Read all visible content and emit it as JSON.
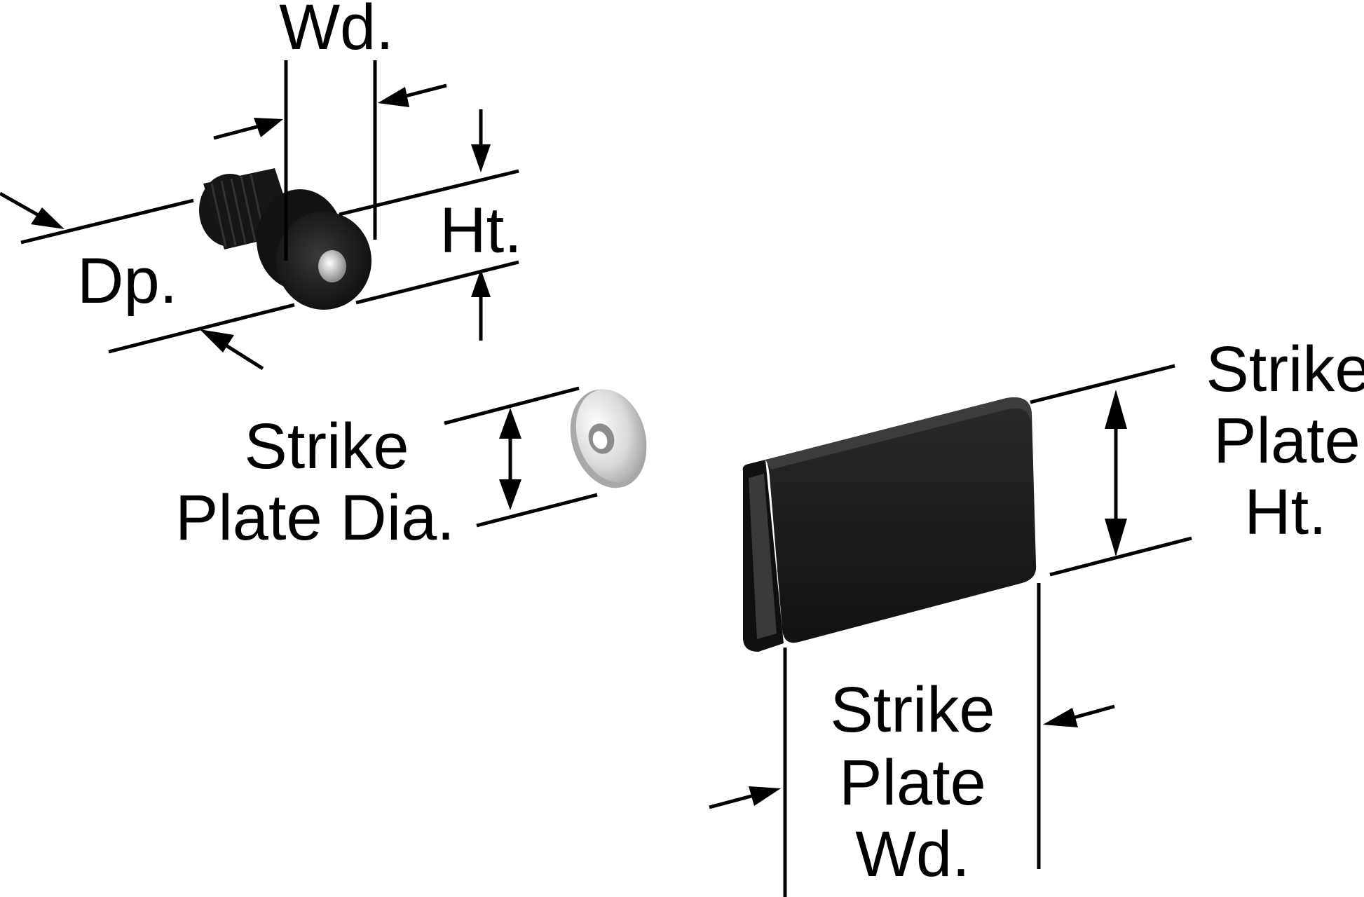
{
  "labels": {
    "latch_width": "Wd.",
    "latch_height": "Ht.",
    "latch_depth": "Dp.",
    "strike_plate_dia": [
      "Strike",
      "Plate Dia."
    ],
    "strike_plate_ht": [
      "Strike",
      "Plate",
      "Ht."
    ],
    "strike_plate_wd": [
      "Strike",
      "Plate",
      "Wd."
    ]
  },
  "parts": {
    "latch": "magnetic-latch-icon",
    "round_strike_plate": "round-strike-plate-icon",
    "rectangular_strike_plate": "rectangular-strike-plate-icon"
  },
  "colors": {
    "ink": "#000000",
    "latch_body": "#1c1c1c",
    "plate_metal": "#d9d9d9"
  }
}
